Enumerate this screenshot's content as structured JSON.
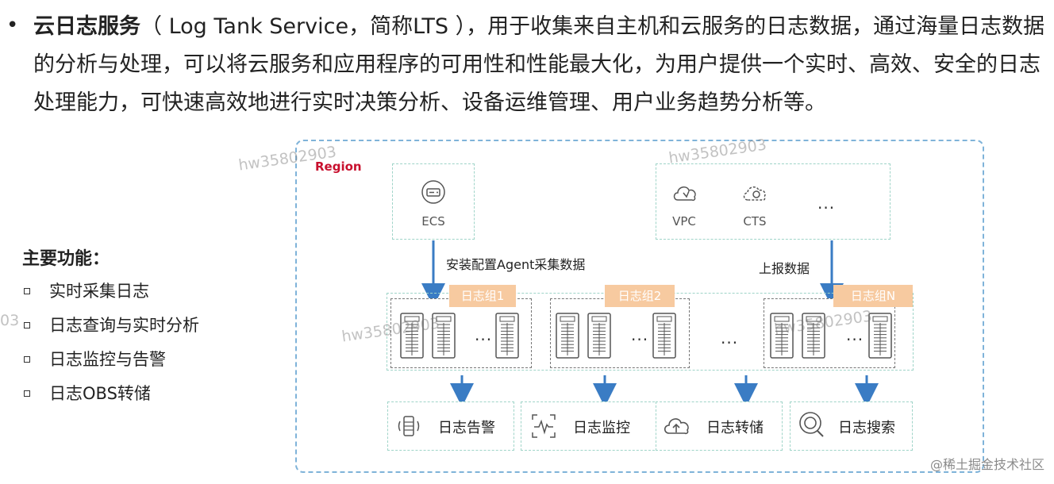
{
  "intro": {
    "bullet": "•",
    "term": "云日志服务",
    "rest": "（ Log Tank Service，简称LTS ），用于收集来自主机和云服务的日志数据，通过海量日志数据的分析与处理，可以将云服务和应用程序的可用性和性能最大化，为用户提供一个实时、高效、安全的日志处理能力，可快速高效地进行实时决策分析、设备运维管理、用户业务趋势分析等。"
  },
  "features": {
    "title": "主要功能：",
    "items": [
      "实时采集日志",
      "日志查询与实时分析",
      "日志监控与告警",
      "日志OBS转储"
    ]
  },
  "diagram": {
    "region_label": "Region",
    "ecs_label": "ECS",
    "vpc_label": "VPC",
    "cts_label": "CTS",
    "more": "...",
    "install_label": "安装配置Agent采集数据",
    "report_label": "上报数据",
    "groups": [
      "日志组1",
      "日志组2",
      "日志组N"
    ],
    "group_more": "...",
    "functions": [
      "日志告警",
      "日志监控",
      "日志转储",
      "日志搜索"
    ],
    "colors": {
      "region_border": "#7fb3d9",
      "region_text": "#c8102e",
      "arrow": "#3a7cc4",
      "tag": "#f7caa0",
      "box_border": "#9fd4c8"
    }
  },
  "watermark": "hw35802903",
  "credit": "@稀土掘金技术社区"
}
